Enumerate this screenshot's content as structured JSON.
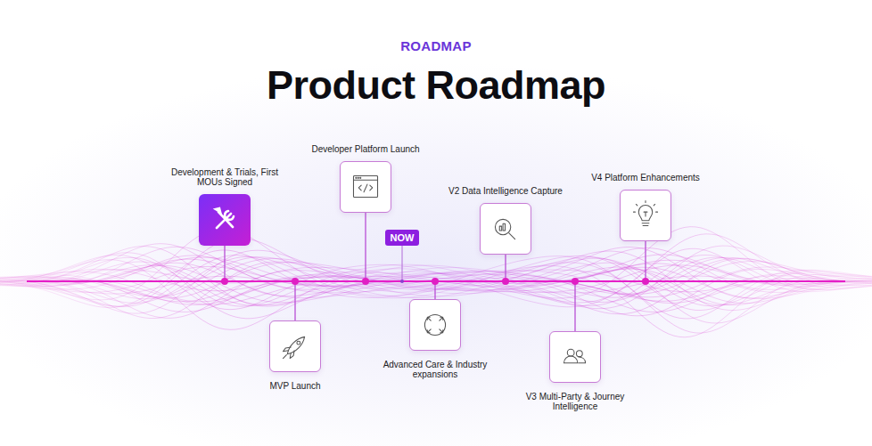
{
  "diagram": {
    "title": "Product Roadmap",
    "nodes": [
      {
        "text": [
          "Development & Trials, First MOUs Signed"
        ]
      },
      {
        "text": [
          "MVP Launch"
        ]
      },
      {
        "text": [
          "Developer Platform Launch"
        ]
      },
      {
        "text": [
          "NOW"
        ]
      },
      {
        "text": [
          "Advanced Care & Industry expansions"
        ]
      },
      {
        "text": [
          "V2 Data Intelligence Capture"
        ]
      },
      {
        "text": [
          "V3 Multi-Party & Journey Intelligence"
        ]
      },
      {
        "text": [
          "V4 Platform Enhancements"
        ]
      }
    ],
    "labels": [
      "ROADMAP"
    ]
  }
}
